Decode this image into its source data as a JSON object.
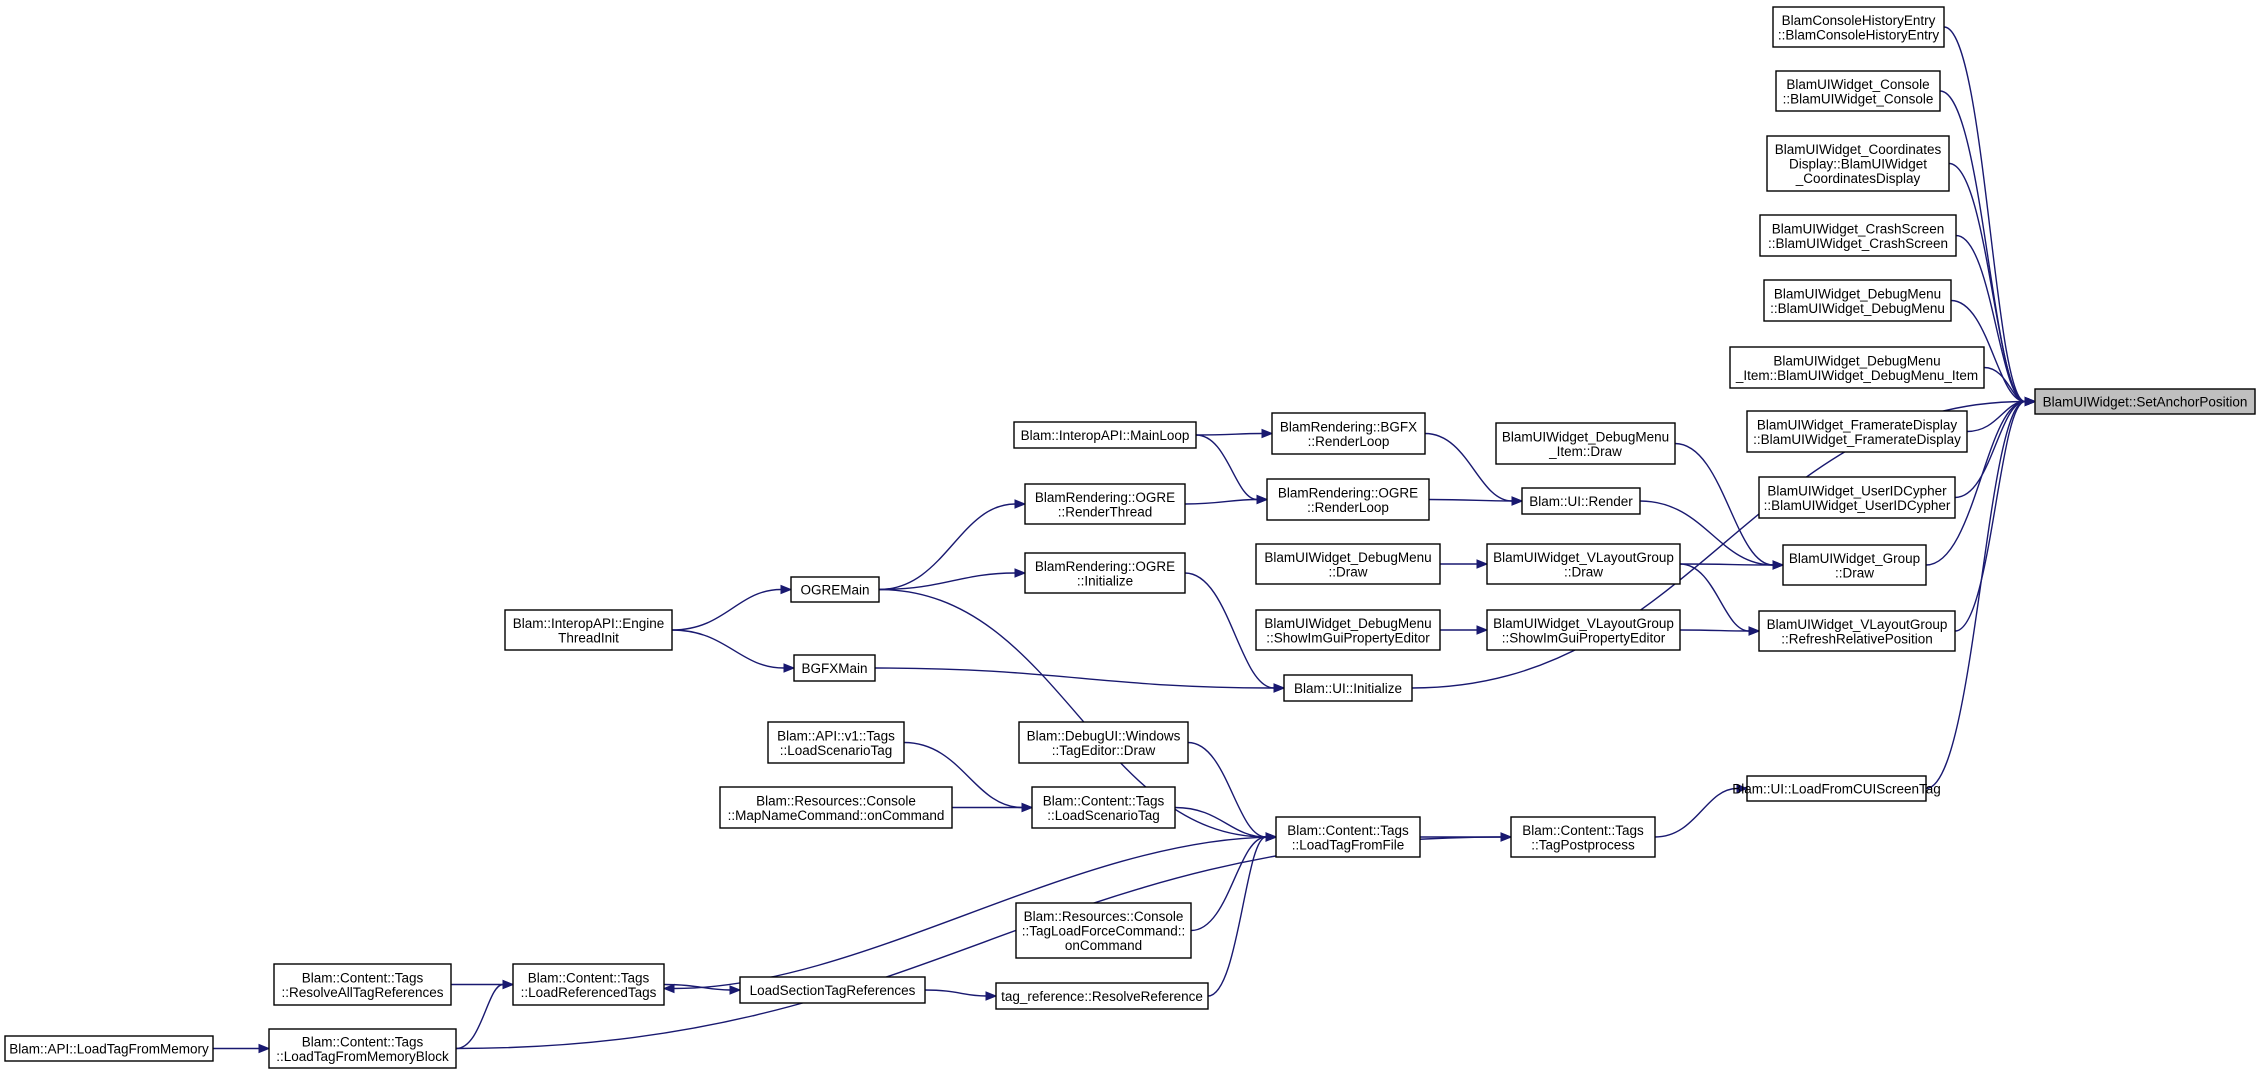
{
  "graph": {
    "nodes": [
      {
        "id": "target",
        "lines": [
          "BlamUIWidget::SetAnchorPosition"
        ],
        "focus": true
      },
      {
        "id": "console_history",
        "lines": [
          "BlamConsoleHistoryEntry",
          "::BlamConsoleHistoryEntry"
        ]
      },
      {
        "id": "widget_console",
        "lines": [
          "BlamUIWidget_Console",
          "::BlamUIWidget_Console"
        ]
      },
      {
        "id": "coords_display",
        "lines": [
          "BlamUIWidget_Coordinates",
          "Display::BlamUIWidget",
          "_CoordinatesDisplay"
        ]
      },
      {
        "id": "crash_screen",
        "lines": [
          "BlamUIWidget_CrashScreen",
          "::BlamUIWidget_CrashScreen"
        ]
      },
      {
        "id": "debug_menu_ctor",
        "lines": [
          "BlamUIWidget_DebugMenu",
          "::BlamUIWidget_DebugMenu"
        ]
      },
      {
        "id": "debug_menu_item_ctor",
        "lines": [
          "BlamUIWidget_DebugMenu",
          "_Item::BlamUIWidget_DebugMenu_Item"
        ]
      },
      {
        "id": "framerate_display",
        "lines": [
          "BlamUIWidget_FramerateDisplay",
          "::BlamUIWidget_FramerateDisplay"
        ]
      },
      {
        "id": "userid_cypher",
        "lines": [
          "BlamUIWidget_UserIDCypher",
          "::BlamUIWidget_UserIDCypher"
        ]
      },
      {
        "id": "group_draw",
        "lines": [
          "BlamUIWidget_Group",
          "::Draw"
        ]
      },
      {
        "id": "vlayout_refresh",
        "lines": [
          "BlamUIWidget_VLayoutGroup",
          "::RefreshRelativePosition"
        ]
      },
      {
        "id": "load_from_cui",
        "lines": [
          "Blam::UI::LoadFromCUIScreenTag"
        ]
      },
      {
        "id": "debug_menu_item_draw",
        "lines": [
          "BlamUIWidget_DebugMenu",
          "_Item::Draw"
        ]
      },
      {
        "id": "ui_render",
        "lines": [
          "Blam::UI::Render"
        ]
      },
      {
        "id": "vlayout_draw",
        "lines": [
          "BlamUIWidget_VLayoutGroup",
          "::Draw"
        ]
      },
      {
        "id": "vlayout_showimgui",
        "lines": [
          "BlamUIWidget_VLayoutGroup",
          "::ShowImGuiPropertyEditor"
        ]
      },
      {
        "id": "bgfx_renderloop",
        "lines": [
          "BlamRendering::BGFX",
          "::RenderLoop"
        ]
      },
      {
        "id": "ogre_renderloop",
        "lines": [
          "BlamRendering::OGRE",
          "::RenderLoop"
        ]
      },
      {
        "id": "debug_menu_draw",
        "lines": [
          "BlamUIWidget_DebugMenu",
          "::Draw"
        ]
      },
      {
        "id": "debug_menu_showimgui",
        "lines": [
          "BlamUIWidget_DebugMenu",
          "::ShowImGuiPropertyEditor"
        ]
      },
      {
        "id": "ui_initialize",
        "lines": [
          "Blam::UI::Initialize"
        ]
      },
      {
        "id": "tag_postprocess",
        "lines": [
          "Blam::Content::Tags",
          "::TagPostprocess"
        ]
      },
      {
        "id": "interop_mainloop",
        "lines": [
          "Blam::InteropAPI::MainLoop"
        ]
      },
      {
        "id": "ogre_renderthread",
        "lines": [
          "BlamRendering::OGRE",
          "::RenderThread"
        ]
      },
      {
        "id": "ogre_initialize",
        "lines": [
          "BlamRendering::OGRE",
          "::Initialize"
        ]
      },
      {
        "id": "load_tag_from_file",
        "lines": [
          "Blam::Content::Tags",
          "::LoadTagFromFile"
        ]
      },
      {
        "id": "ogremain",
        "lines": [
          "OGREMain"
        ]
      },
      {
        "id": "bgfxmain",
        "lines": [
          "BGFXMain"
        ]
      },
      {
        "id": "tag_editor_draw",
        "lines": [
          "Blam::DebugUI::Windows",
          "::TagEditor::Draw"
        ]
      },
      {
        "id": "load_scenario_tag",
        "lines": [
          "Blam::Content::Tags",
          "::LoadScenarioTag"
        ]
      },
      {
        "id": "tag_load_force",
        "lines": [
          "Blam::Resources::Console",
          "::TagLoadForceCommand::",
          "onCommand"
        ]
      },
      {
        "id": "resolve_reference",
        "lines": [
          "tag_reference::ResolveReference"
        ]
      },
      {
        "id": "engine_threadinit",
        "lines": [
          "Blam::InteropAPI::Engine",
          "ThreadInit"
        ]
      },
      {
        "id": "api_v1_loadscenario",
        "lines": [
          "Blam::API::v1::Tags",
          "::LoadScenarioTag"
        ]
      },
      {
        "id": "mapname_command",
        "lines": [
          "Blam::Resources::Console",
          "::MapNameCommand::onCommand"
        ]
      },
      {
        "id": "load_section_refs",
        "lines": [
          "LoadSectionTagReferences"
        ]
      },
      {
        "id": "load_referenced_tags",
        "lines": [
          "Blam::Content::Tags",
          "::LoadReferencedTags"
        ]
      },
      {
        "id": "resolve_all_refs",
        "lines": [
          "Blam::Content::Tags",
          "::ResolveAllTagReferences"
        ]
      },
      {
        "id": "load_from_memory_block",
        "lines": [
          "Blam::Content::Tags",
          "::LoadTagFromMemoryBlock"
        ]
      },
      {
        "id": "api_load_from_memory",
        "lines": [
          "Blam::API::LoadTagFromMemory"
        ]
      }
    ],
    "edges": [
      [
        "console_history",
        "target"
      ],
      [
        "widget_console",
        "target"
      ],
      [
        "coords_display",
        "target"
      ],
      [
        "crash_screen",
        "target"
      ],
      [
        "debug_menu_ctor",
        "target"
      ],
      [
        "debug_menu_item_ctor",
        "target"
      ],
      [
        "framerate_display",
        "target"
      ],
      [
        "userid_cypher",
        "target"
      ],
      [
        "group_draw",
        "target"
      ],
      [
        "vlayout_refresh",
        "target"
      ],
      [
        "ui_initialize",
        "target"
      ],
      [
        "load_from_cui",
        "target"
      ],
      [
        "debug_menu_item_draw",
        "group_draw"
      ],
      [
        "ui_render",
        "group_draw"
      ],
      [
        "vlayout_draw",
        "group_draw"
      ],
      [
        "vlayout_draw",
        "vlayout_refresh"
      ],
      [
        "vlayout_showimgui",
        "vlayout_refresh"
      ],
      [
        "bgfx_renderloop",
        "ui_render"
      ],
      [
        "ogre_renderloop",
        "ui_render"
      ],
      [
        "debug_menu_draw",
        "vlayout_draw"
      ],
      [
        "debug_menu_showimgui",
        "vlayout_showimgui"
      ],
      [
        "interop_mainloop",
        "bgfx_renderloop"
      ],
      [
        "interop_mainloop",
        "ogre_renderloop"
      ],
      [
        "ogre_renderthread",
        "ogre_renderloop"
      ],
      [
        "ogremain",
        "ogre_renderthread"
      ],
      [
        "ogremain",
        "ogre_initialize"
      ],
      [
        "ogre_initialize",
        "ui_initialize"
      ],
      [
        "bgfxmain",
        "ui_initialize"
      ],
      [
        "engine_threadinit",
        "ogremain"
      ],
      [
        "engine_threadinit",
        "bgfxmain"
      ],
      [
        "ogremain",
        "load_tag_from_file"
      ],
      [
        "tag_editor_draw",
        "load_tag_from_file"
      ],
      [
        "load_scenario_tag",
        "load_tag_from_file"
      ],
      [
        "tag_load_force",
        "load_tag_from_file"
      ],
      [
        "resolve_reference",
        "load_tag_from_file"
      ],
      [
        "load_tag_from_file",
        "tag_postprocess"
      ],
      [
        "load_tag_from_file",
        "load_referenced_tags"
      ],
      [
        "tag_postprocess",
        "load_from_cui"
      ],
      [
        "load_from_memory_block",
        "tag_postprocess"
      ],
      [
        "api_v1_loadscenario",
        "load_scenario_tag"
      ],
      [
        "mapname_command",
        "load_scenario_tag"
      ],
      [
        "load_section_refs",
        "resolve_reference"
      ],
      [
        "load_referenced_tags",
        "load_section_refs"
      ],
      [
        "resolve_all_refs",
        "load_referenced_tags"
      ],
      [
        "load_from_memory_block",
        "load_referenced_tags"
      ],
      [
        "api_load_from_memory",
        "load_from_memory_block"
      ]
    ]
  },
  "colors": {
    "edge": "#191970",
    "node_border": "#000000",
    "node_fill": "#ffffff",
    "focus_fill": "#bfbfbf"
  }
}
